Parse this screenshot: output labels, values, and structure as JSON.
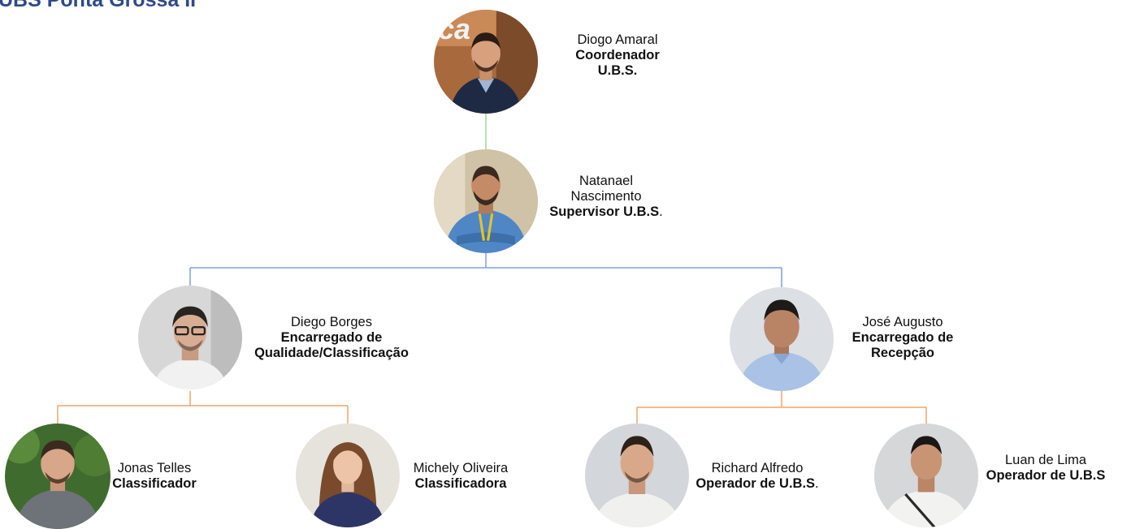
{
  "page": {
    "title": "UBS Ponta Grossa II"
  },
  "colors": {
    "title": "#2f4a8a",
    "line_top": "#a9d39a",
    "line_mid": "#7f9fe0",
    "line_low": "#f2a46a"
  },
  "people": {
    "coordinator": {
      "name": "Diogo Amaral",
      "role": "Coordenador",
      "role2": "U.B.S."
    },
    "supervisor": {
      "name": "Natanael",
      "name2": "Nascimento",
      "role": "Supervisor U.B.S",
      "suffix": "."
    },
    "quality_lead": {
      "name": "Diego Borges",
      "role": "Encarregado de",
      "role2": "Qualidade/Classificação"
    },
    "reception_lead": {
      "name": "José Augusto",
      "role": "Encarregado de",
      "role2": "Recepção"
    },
    "classifier_1": {
      "name": "Jonas Telles",
      "role": "Classificador"
    },
    "classifier_2": {
      "name": "Michely Oliveira",
      "role": "Classificadora"
    },
    "operator_1": {
      "name": "Richard Alfredo",
      "role": "Operador de U.B.S",
      "suffix": "."
    },
    "operator_2": {
      "name": "Luan de Lima",
      "role": "Operador de U.B.S"
    }
  }
}
